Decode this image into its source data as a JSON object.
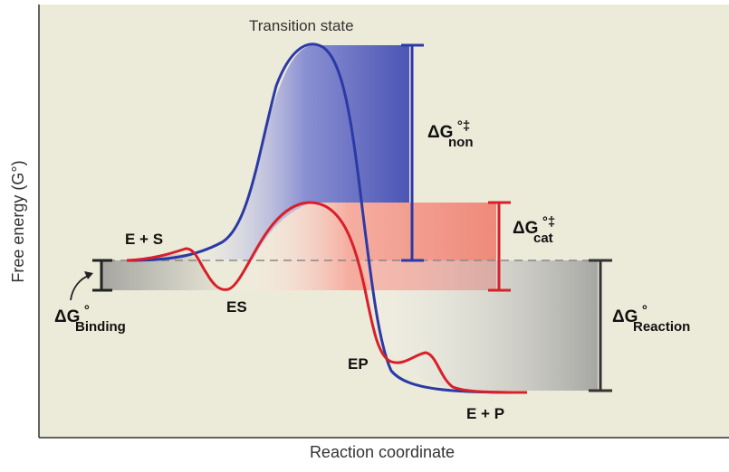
{
  "diagram": {
    "x_axis_label": "Reaction coordinate",
    "y_axis_label": "Free energy (G°)",
    "transition_state_label": "Transition state",
    "state_labels": {
      "e_plus_s": "E + S",
      "es": "ES",
      "ep": "EP",
      "e_plus_p": "E + P"
    },
    "energy_labels": {
      "non_symbol": "ΔG",
      "non_superscript": "°‡",
      "non_subscript": "non",
      "cat_symbol": "ΔG",
      "cat_superscript": "°‡",
      "cat_subscript": "cat",
      "reaction_symbol": "ΔG",
      "reaction_superscript": "°",
      "reaction_subscript": "Reaction",
      "binding_symbol": "ΔG",
      "binding_superscript": "°",
      "binding_subscript": "Binding"
    },
    "colors": {
      "background": "#ecead8",
      "uncatalyzed_curve": "#2b3aa6",
      "catalyzed_curve": "#d8202a",
      "reaction_bar": "#333333",
      "baseline_dash": "#888888"
    }
  }
}
